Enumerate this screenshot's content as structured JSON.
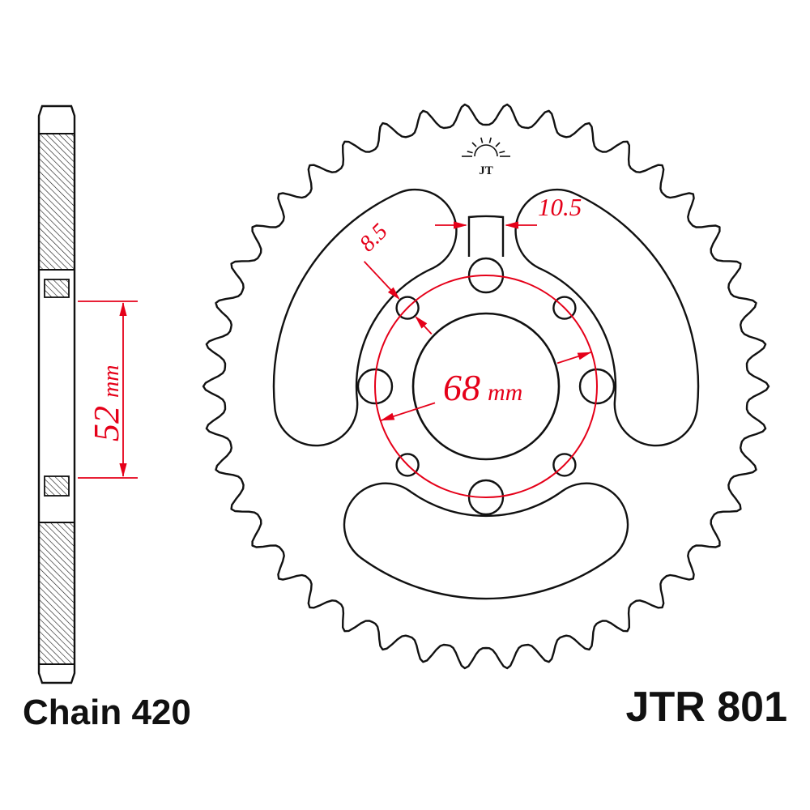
{
  "labels": {
    "chain": "Chain 420",
    "part": "JTR 801"
  },
  "logo": {
    "monogram": "JT"
  },
  "dims": {
    "hub": {
      "value": "52",
      "unit": "mm"
    },
    "hole": {
      "value": "8.5"
    },
    "slot": {
      "value": "10.5"
    },
    "bcd": {
      "value": "68",
      "unit": "mm"
    }
  },
  "colors": {
    "line": "#111111",
    "dimension": "#e50019",
    "background": "#ffffff"
  },
  "drawing": {
    "teeth_drawn": 42
  }
}
